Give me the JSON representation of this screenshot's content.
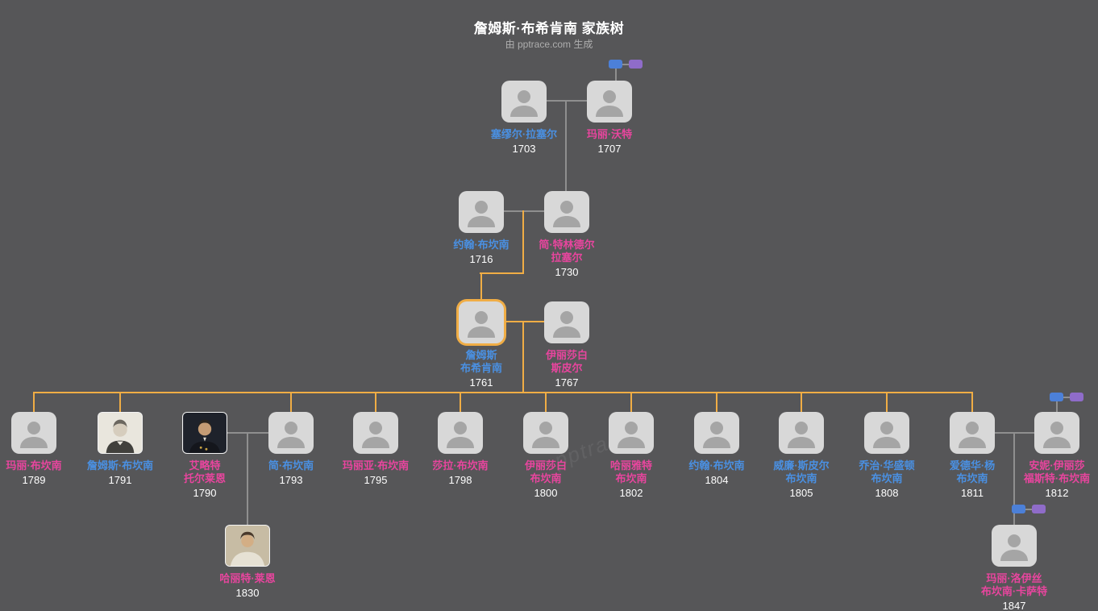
{
  "title": "詹姆斯·布希肯南 家族树",
  "subtitle": "由 pptrace.com 生成",
  "watermark": "pptrace",
  "colors": {
    "background": "#565658",
    "male_name": "#4a90e2",
    "female_name": "#e8459e",
    "highlight_line": "#f0ad45",
    "connector_line": "#8f8f8f",
    "avatar_background": "#d8d8d8",
    "mini_node_male": "#4c80d8",
    "mini_node_female": "#8f6cc9",
    "year_text": "#ffffff"
  },
  "persons": [
    {
      "id": "samuel-russell",
      "name_lines": [
        "塞缪尔·拉塞尔"
      ],
      "year": "1703",
      "color": "blue"
    },
    {
      "id": "mary-watt",
      "name_lines": [
        "玛丽·沃特"
      ],
      "year": "1707",
      "color": "pink"
    },
    {
      "id": "john-buchanan-1716",
      "name_lines": [
        "约翰·布坎南"
      ],
      "year": "1716",
      "color": "blue"
    },
    {
      "id": "jane-trindle-russell",
      "name_lines": [
        "简·特林德尔",
        "拉塞尔"
      ],
      "year": "1730",
      "color": "pink"
    },
    {
      "id": "james-buchanan-1761",
      "name_lines": [
        "詹姆斯",
        "布希肯南"
      ],
      "year": "1761",
      "color": "blue",
      "selected": true
    },
    {
      "id": "elizabeth-speer",
      "name_lines": [
        "伊丽莎白",
        "斯皮尔"
      ],
      "year": "1767",
      "color": "pink"
    },
    {
      "id": "mary-buchanan-1789",
      "name_lines": [
        "玛丽·布坎南"
      ],
      "year": "1789",
      "color": "pink"
    },
    {
      "id": "james-buchanan-1791",
      "name_lines": [
        "詹姆斯·布坎南"
      ],
      "year": "1791",
      "color": "blue",
      "photo": "engraving-portrait"
    },
    {
      "id": "elliott-tole-lane",
      "name_lines": [
        "艾略特",
        "托尔莱恩"
      ],
      "year": "1790",
      "color": "pink",
      "photo": "painting-portrait"
    },
    {
      "id": "jane-buchanan-1793",
      "name_lines": [
        "简·布坎南"
      ],
      "year": "1793",
      "color": "blue"
    },
    {
      "id": "maria-buchanan-1795",
      "name_lines": [
        "玛丽亚·布坎南"
      ],
      "year": "1795",
      "color": "pink"
    },
    {
      "id": "sarah-buchanan-1798",
      "name_lines": [
        "莎拉·布坎南"
      ],
      "year": "1798",
      "color": "pink"
    },
    {
      "id": "elizabeth-buchanan-1800",
      "name_lines": [
        "伊丽莎白",
        "布坎南"
      ],
      "year": "1800",
      "color": "pink"
    },
    {
      "id": "harriet-buchanan-1802",
      "name_lines": [
        "哈丽雅特",
        "布坎南"
      ],
      "year": "1802",
      "color": "pink"
    },
    {
      "id": "john-buchanan-1804",
      "name_lines": [
        "约翰·布坎南"
      ],
      "year": "1804",
      "color": "blue"
    },
    {
      "id": "william-speer-buchanan-1805",
      "name_lines": [
        "威廉·斯皮尔",
        "布坎南"
      ],
      "year": "1805",
      "color": "blue"
    },
    {
      "id": "george-washington-buchanan-1808",
      "name_lines": [
        "乔治·华盛顿",
        "布坎南"
      ],
      "year": "1808",
      "color": "blue"
    },
    {
      "id": "edward-young-buchanan-1811",
      "name_lines": [
        "爱德华·杨",
        "布坎南"
      ],
      "year": "1811",
      "color": "blue"
    },
    {
      "id": "ann-eliza-foster-buchanan-1812",
      "name_lines": [
        "安妮·伊丽莎",
        "福斯特·布坎南"
      ],
      "year": "1812",
      "color": "pink"
    },
    {
      "id": "harriet-lane-1830",
      "name_lines": [
        "哈丽特·莱恩"
      ],
      "year": "1830",
      "color": "pink",
      "photo": "sepia-photo"
    },
    {
      "id": "mary-lois-buchanan-cassatt-1847",
      "name_lines": [
        "玛丽·洛伊丝",
        "布坎南·卡萨特"
      ],
      "year": "1847",
      "color": "pink"
    }
  ]
}
